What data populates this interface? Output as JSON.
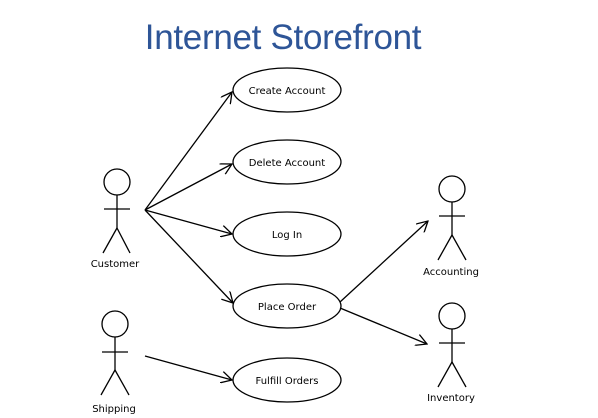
{
  "title": "Internet Storefront",
  "colors": {
    "title": "#2e5597",
    "stroke": "#000000",
    "background": "#ffffff"
  },
  "actors": {
    "customer": "Customer",
    "shipping": "Shipping",
    "accounting": "Accounting",
    "inventory": "Inventory"
  },
  "use_cases": {
    "create_account": "Create Account",
    "delete_account": "Delete Account",
    "log_in": "Log In",
    "place_order": "Place Order",
    "fulfill_orders": "Fulfill Orders"
  },
  "associations": [
    {
      "from": "Customer",
      "to": "Create Account"
    },
    {
      "from": "Customer",
      "to": "Delete Account"
    },
    {
      "from": "Customer",
      "to": "Log In"
    },
    {
      "from": "Customer",
      "to": "Place Order"
    },
    {
      "from": "Place Order",
      "to": "Accounting"
    },
    {
      "from": "Place Order",
      "to": "Inventory"
    },
    {
      "from": "Shipping",
      "to": "Fulfill Orders"
    }
  ]
}
